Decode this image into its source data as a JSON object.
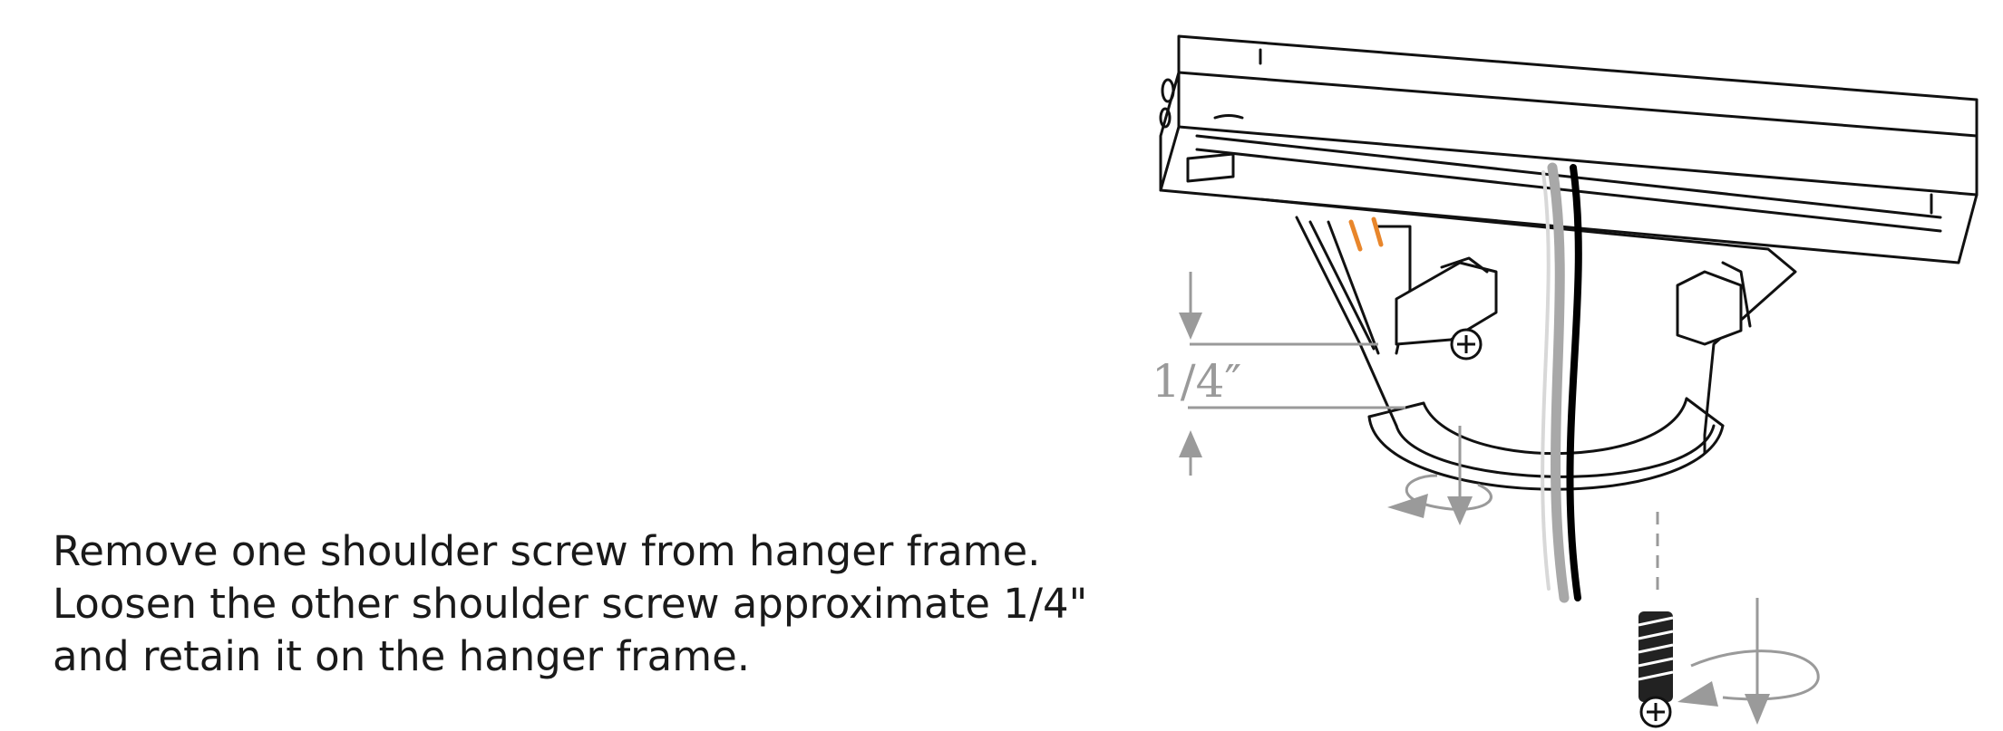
{
  "instructions": {
    "line1": "Remove one shoulder screw from hanger frame.",
    "line2": "Loosen the other shoulder screw approximate 1/4\"",
    "line3": "and retain it on the hanger frame."
  },
  "diagram": {
    "dimension_label": "1/4″",
    "colors": {
      "outline": "#111111",
      "dimension": "#9a9a9a",
      "wire_black": "#000000",
      "wire_gray": "#a8a8a8",
      "wire_orange": "#e8862b"
    }
  }
}
